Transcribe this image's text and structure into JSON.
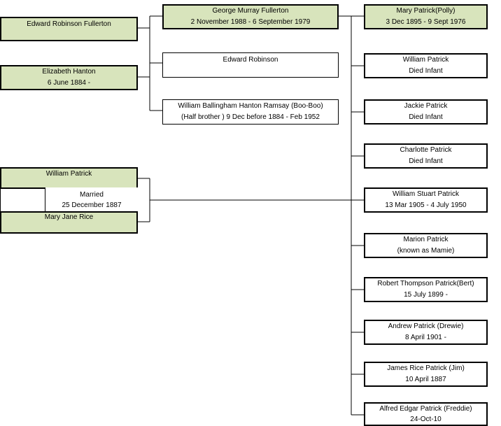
{
  "grandparents": {
    "edward_fullerton": "Edward Robinson Fullerton",
    "elizabeth_hanton": {
      "name": "Elizabeth Hanton",
      "dates": "6 June 1884 -"
    },
    "william_patrick_sr": "William Patrick",
    "mary_jane_rice": "Mary Jane Rice",
    "marriage": {
      "label": "Married",
      "date": "25 December 1887"
    }
  },
  "fullerton_children": {
    "george": {
      "name": "George Murray Fullerton",
      "dates": "2 November 1988 - 6 September 1979"
    },
    "edward_robinson": {
      "name": "Edward Robinson"
    },
    "william_ramsay": {
      "name": "William Ballingham Hanton Ramsay (Boo-Boo)",
      "dates": "(Half brother )  9 Dec before 1884 - Feb 1952"
    }
  },
  "patrick_children": [
    {
      "name": "Mary Patrick(Polly)",
      "dates": "3 Dec 1895 - 9 Sept 1976",
      "highlight": true
    },
    {
      "name": "William Patrick",
      "dates": "Died Infant"
    },
    {
      "name": "Jackie Patrick",
      "dates": "Died Infant"
    },
    {
      "name": "Charlotte Patrick",
      "dates": "Died Infant"
    },
    {
      "name": "William Stuart Patrick",
      "dates": "13 Mar 1905 - 4 July 1950"
    },
    {
      "name": "Marion Patrick",
      "dates": "(known as Mamie)"
    },
    {
      "name": "Robert Thompson Patrick(Bert)",
      "dates": "15 July 1899 -"
    },
    {
      "name": "Andrew Patrick (Drewie)",
      "dates": "8 April 1901 -"
    },
    {
      "name": "James Rice Patrick (Jim)",
      "dates": "10 April 1887"
    },
    {
      "name": "Alfred Edgar Patrick (Freddie)",
      "dates": "24-Oct-10"
    }
  ],
  "colors": {
    "highlight": "#d8e4bc",
    "border": "#000000",
    "background": "#ffffff"
  }
}
